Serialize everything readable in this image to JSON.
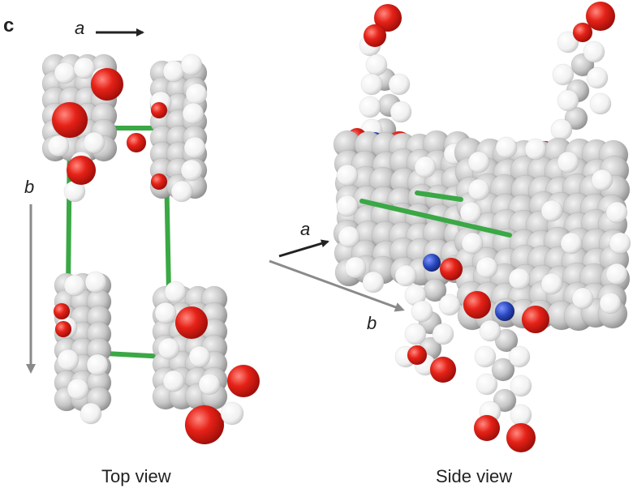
{
  "panel_letter": "c",
  "top_view": {
    "caption": "Top view",
    "axis_a": "a",
    "axis_b": "b"
  },
  "side_view": {
    "caption": "Side view",
    "axis_a": "a",
    "axis_b": "b"
  },
  "colors": {
    "carbon": "#c9c9c9",
    "hydrogen": "#f4f4f4",
    "oxygen": "#e0201a",
    "nitrogen": "#2848b8",
    "unit_cell": "#3aa845",
    "arrow_a": "#222222",
    "arrow_b": "#8a8a8a"
  }
}
